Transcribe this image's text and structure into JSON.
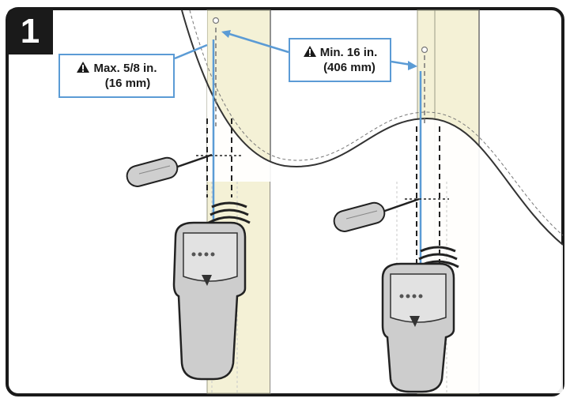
{
  "step": {
    "number": "1"
  },
  "callouts": {
    "max_depth": {
      "line1": "Max. 5/8 in.",
      "line2": "(16 mm)"
    },
    "min_spacing": {
      "line1": "Min. 16 in.",
      "line2": "(406 mm)"
    }
  },
  "icons": [
    "warning-triangle-icon",
    "screwdriver-icon",
    "stud-finder-icon",
    "signal-waves-icon"
  ],
  "colors": {
    "frame": "#1a1a1a",
    "badge": "#1a1a1a",
    "measure_line": "#5b9bd5",
    "stud": "#f4f1d6",
    "device": "#c8c8c8"
  }
}
